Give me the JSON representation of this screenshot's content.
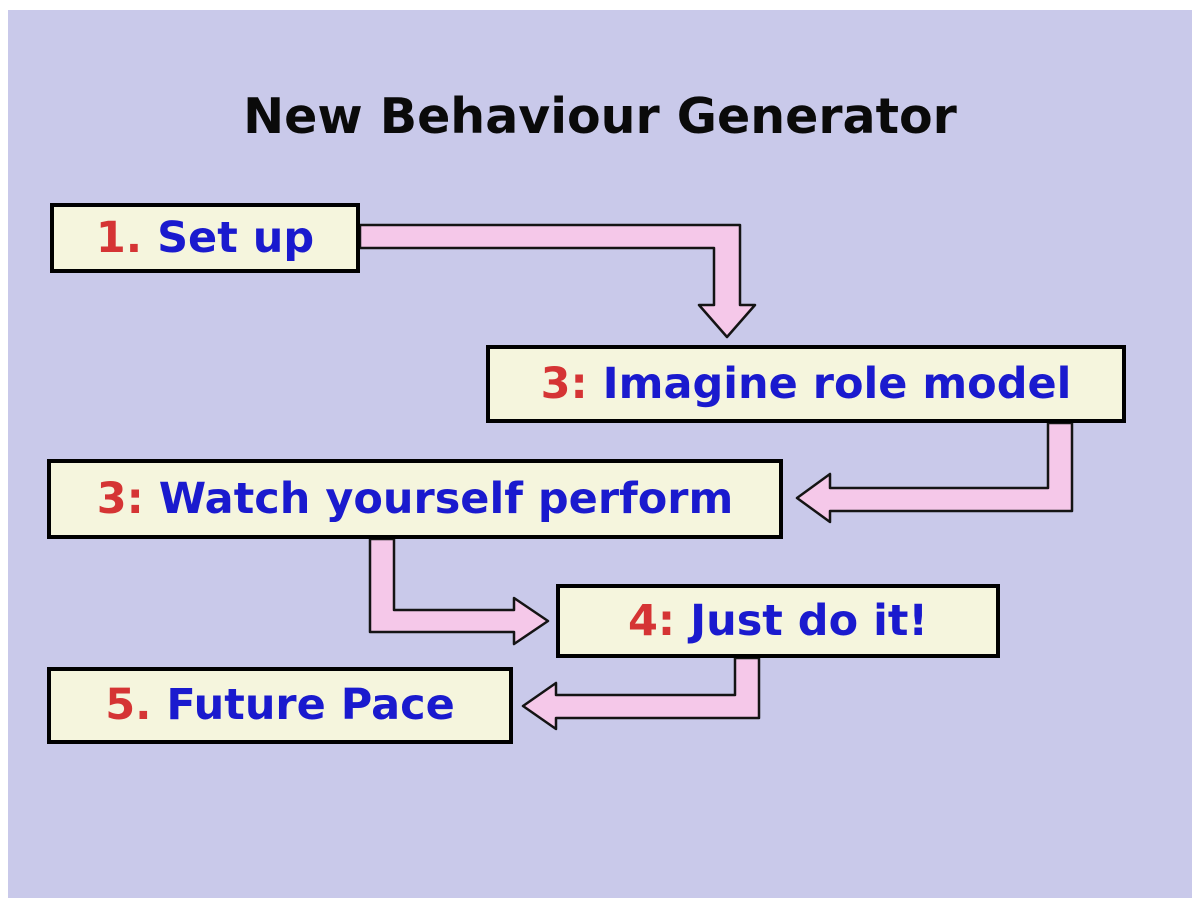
{
  "title": "New Behaviour Generator",
  "steps": [
    {
      "number": "1.",
      "label": " Set up"
    },
    {
      "number": "3:",
      "label": " Imagine role model"
    },
    {
      "number": "3:",
      "label": " Watch yourself perform"
    },
    {
      "number": "4:",
      "label": " Just do it!"
    },
    {
      "number": "5.",
      "label": " Future Pace"
    }
  ],
  "colors": {
    "background": "#c9c9ea",
    "box_fill": "#f5f5dd",
    "box_border": "#000000",
    "step_number": "#d53434",
    "step_label": "#1a1ace",
    "arrow_fill": "#f5c8e9",
    "arrow_outline": "#141414",
    "title_text": "#0a0a0a"
  }
}
